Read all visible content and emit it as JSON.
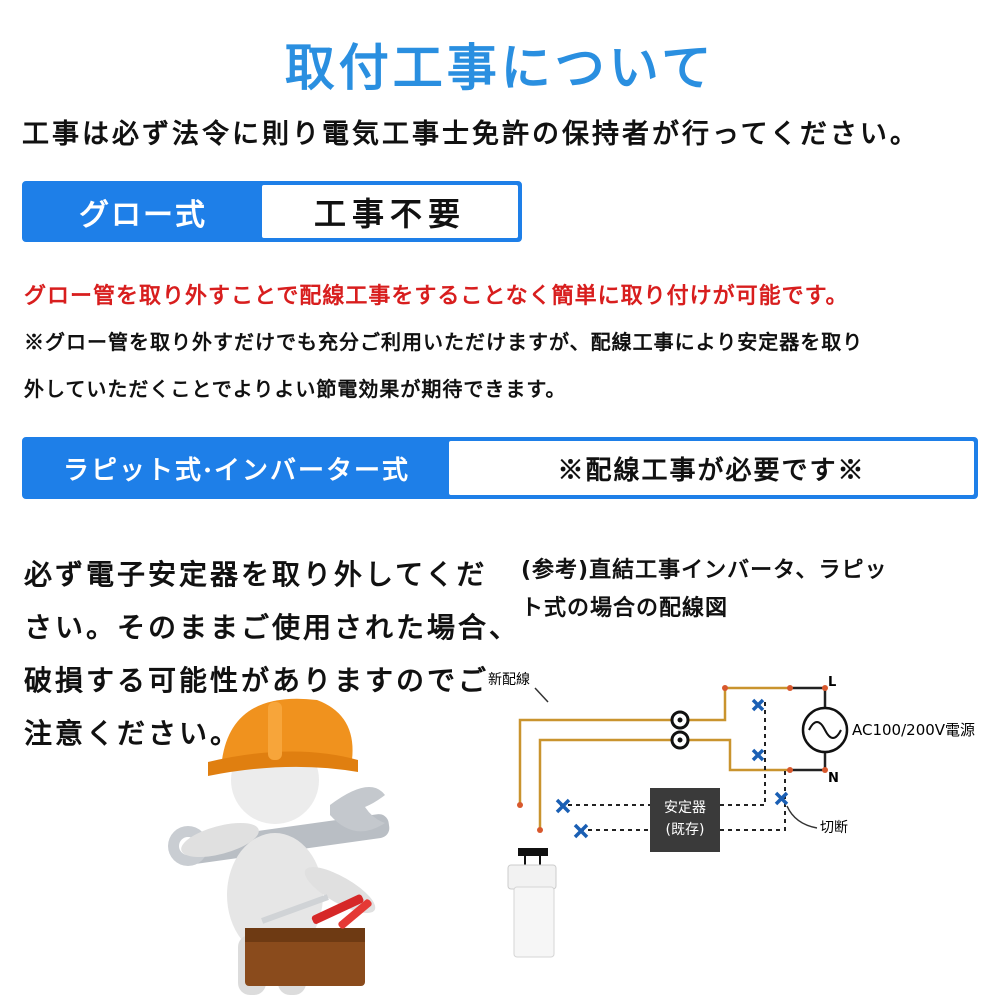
{
  "header": {
    "title": "取付工事について"
  },
  "intro": "工事は必ず法令に則り電気工事士免許の保持者が行ってください。",
  "glow": {
    "label": "グロー式",
    "value": "工事不要"
  },
  "glow_red": "グロー管を取り外すことで配線工事をすることなく簡単に取り付けが可能です。",
  "glow_note_line1": "※グロー管を取り外すだけでも充分ご利用いただけますが、配線工事により安定器を取り",
  "glow_note_line2": "外していただくことでよりよい節電効果が期待できます。",
  "rapid": {
    "label": "ラピット式·インバーター式",
    "value": "※配線工事が必要です※"
  },
  "warning_lines": [
    "必ず電子安定器を取り外してくだ",
    "さい。そのままご使用された場合、",
    "破損する可能性がありますのでご",
    "注意ください。"
  ],
  "reference_lines": [
    "(参考)直結工事インバータ、ラピッ",
    "ト式の場合の配線図"
  ],
  "diagram": {
    "new_wire": "新配線",
    "terminal_L": "L",
    "terminal_N": "N",
    "source": "AC100/200V電源",
    "ballast_line1": "安定器",
    "ballast_line2": "(既存)",
    "cut": "切断"
  },
  "colors": {
    "accent": "#1e7fe8",
    "title": "#2a8fe0",
    "red": "#d81e1e",
    "wire": "#c9942e",
    "cut_mark": "#1a5fb4",
    "hat": "#f0921e"
  }
}
